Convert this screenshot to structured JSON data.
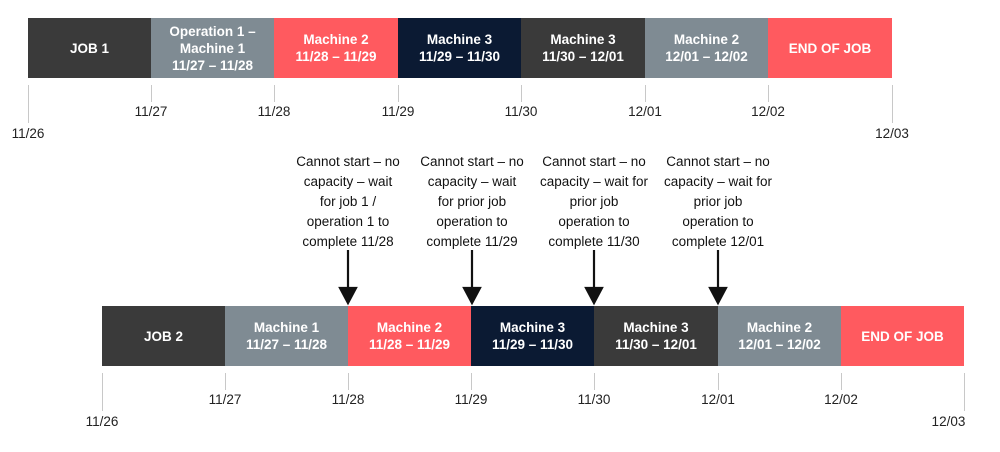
{
  "colors": {
    "dark_gray": "#3a3a3a",
    "slate": "#7f8b93",
    "red": "#ff5a5f",
    "navy": "#0b1a33",
    "tick": "#c8c8c8"
  },
  "job1": {
    "segments": [
      {
        "text": "JOB 1",
        "color": "dark_gray"
      },
      {
        "text": "Operation 1 –\nMachine 1\n11/27 – 11/28",
        "color": "slate"
      },
      {
        "text": "Machine 2\n11/28 – 11/29",
        "color": "red"
      },
      {
        "text": "Machine 3\n11/29 – 11/30",
        "color": "navy"
      },
      {
        "text": "Machine 3\n11/30 – 12/01",
        "color": "dark_gray"
      },
      {
        "text": "Machine 2\n12/01 – 12/02",
        "color": "slate"
      },
      {
        "text": "END OF JOB",
        "color": "red"
      }
    ],
    "dates": [
      "11/26",
      "11/27",
      "11/28",
      "11/29",
      "11/30",
      "12/01",
      "12/02",
      "12/03"
    ]
  },
  "job2": {
    "segments": [
      {
        "text": "JOB 2",
        "color": "dark_gray"
      },
      {
        "text": "Machine 1\n11/27 – 11/28",
        "color": "slate"
      },
      {
        "text": "Machine 2\n11/28 – 11/29",
        "color": "red"
      },
      {
        "text": "Machine 3\n11/29 – 11/30",
        "color": "navy"
      },
      {
        "text": "Machine 3\n11/30 – 12/01",
        "color": "dark_gray"
      },
      {
        "text": "Machine 2\n12/01 – 12/02",
        "color": "slate"
      },
      {
        "text": "END OF JOB",
        "color": "red"
      }
    ],
    "dates": [
      "11/26",
      "11/27",
      "11/28",
      "11/29",
      "11/30",
      "12/01",
      "12/02",
      "12/03"
    ]
  },
  "notes": [
    "Cannot start – no\ncapacity – wait\nfor job 1 /\noperation 1 to\ncomplete 11/28",
    "Cannot start – no\ncapacity – wait\nfor prior job\noperation to\ncomplete 11/29",
    "Cannot start – no\ncapacity – wait for\nprior job\noperation to\ncomplete 11/30",
    "Cannot start – no\ncapacity – wait for\nprior job\noperation to\ncomplete 12/01"
  ]
}
